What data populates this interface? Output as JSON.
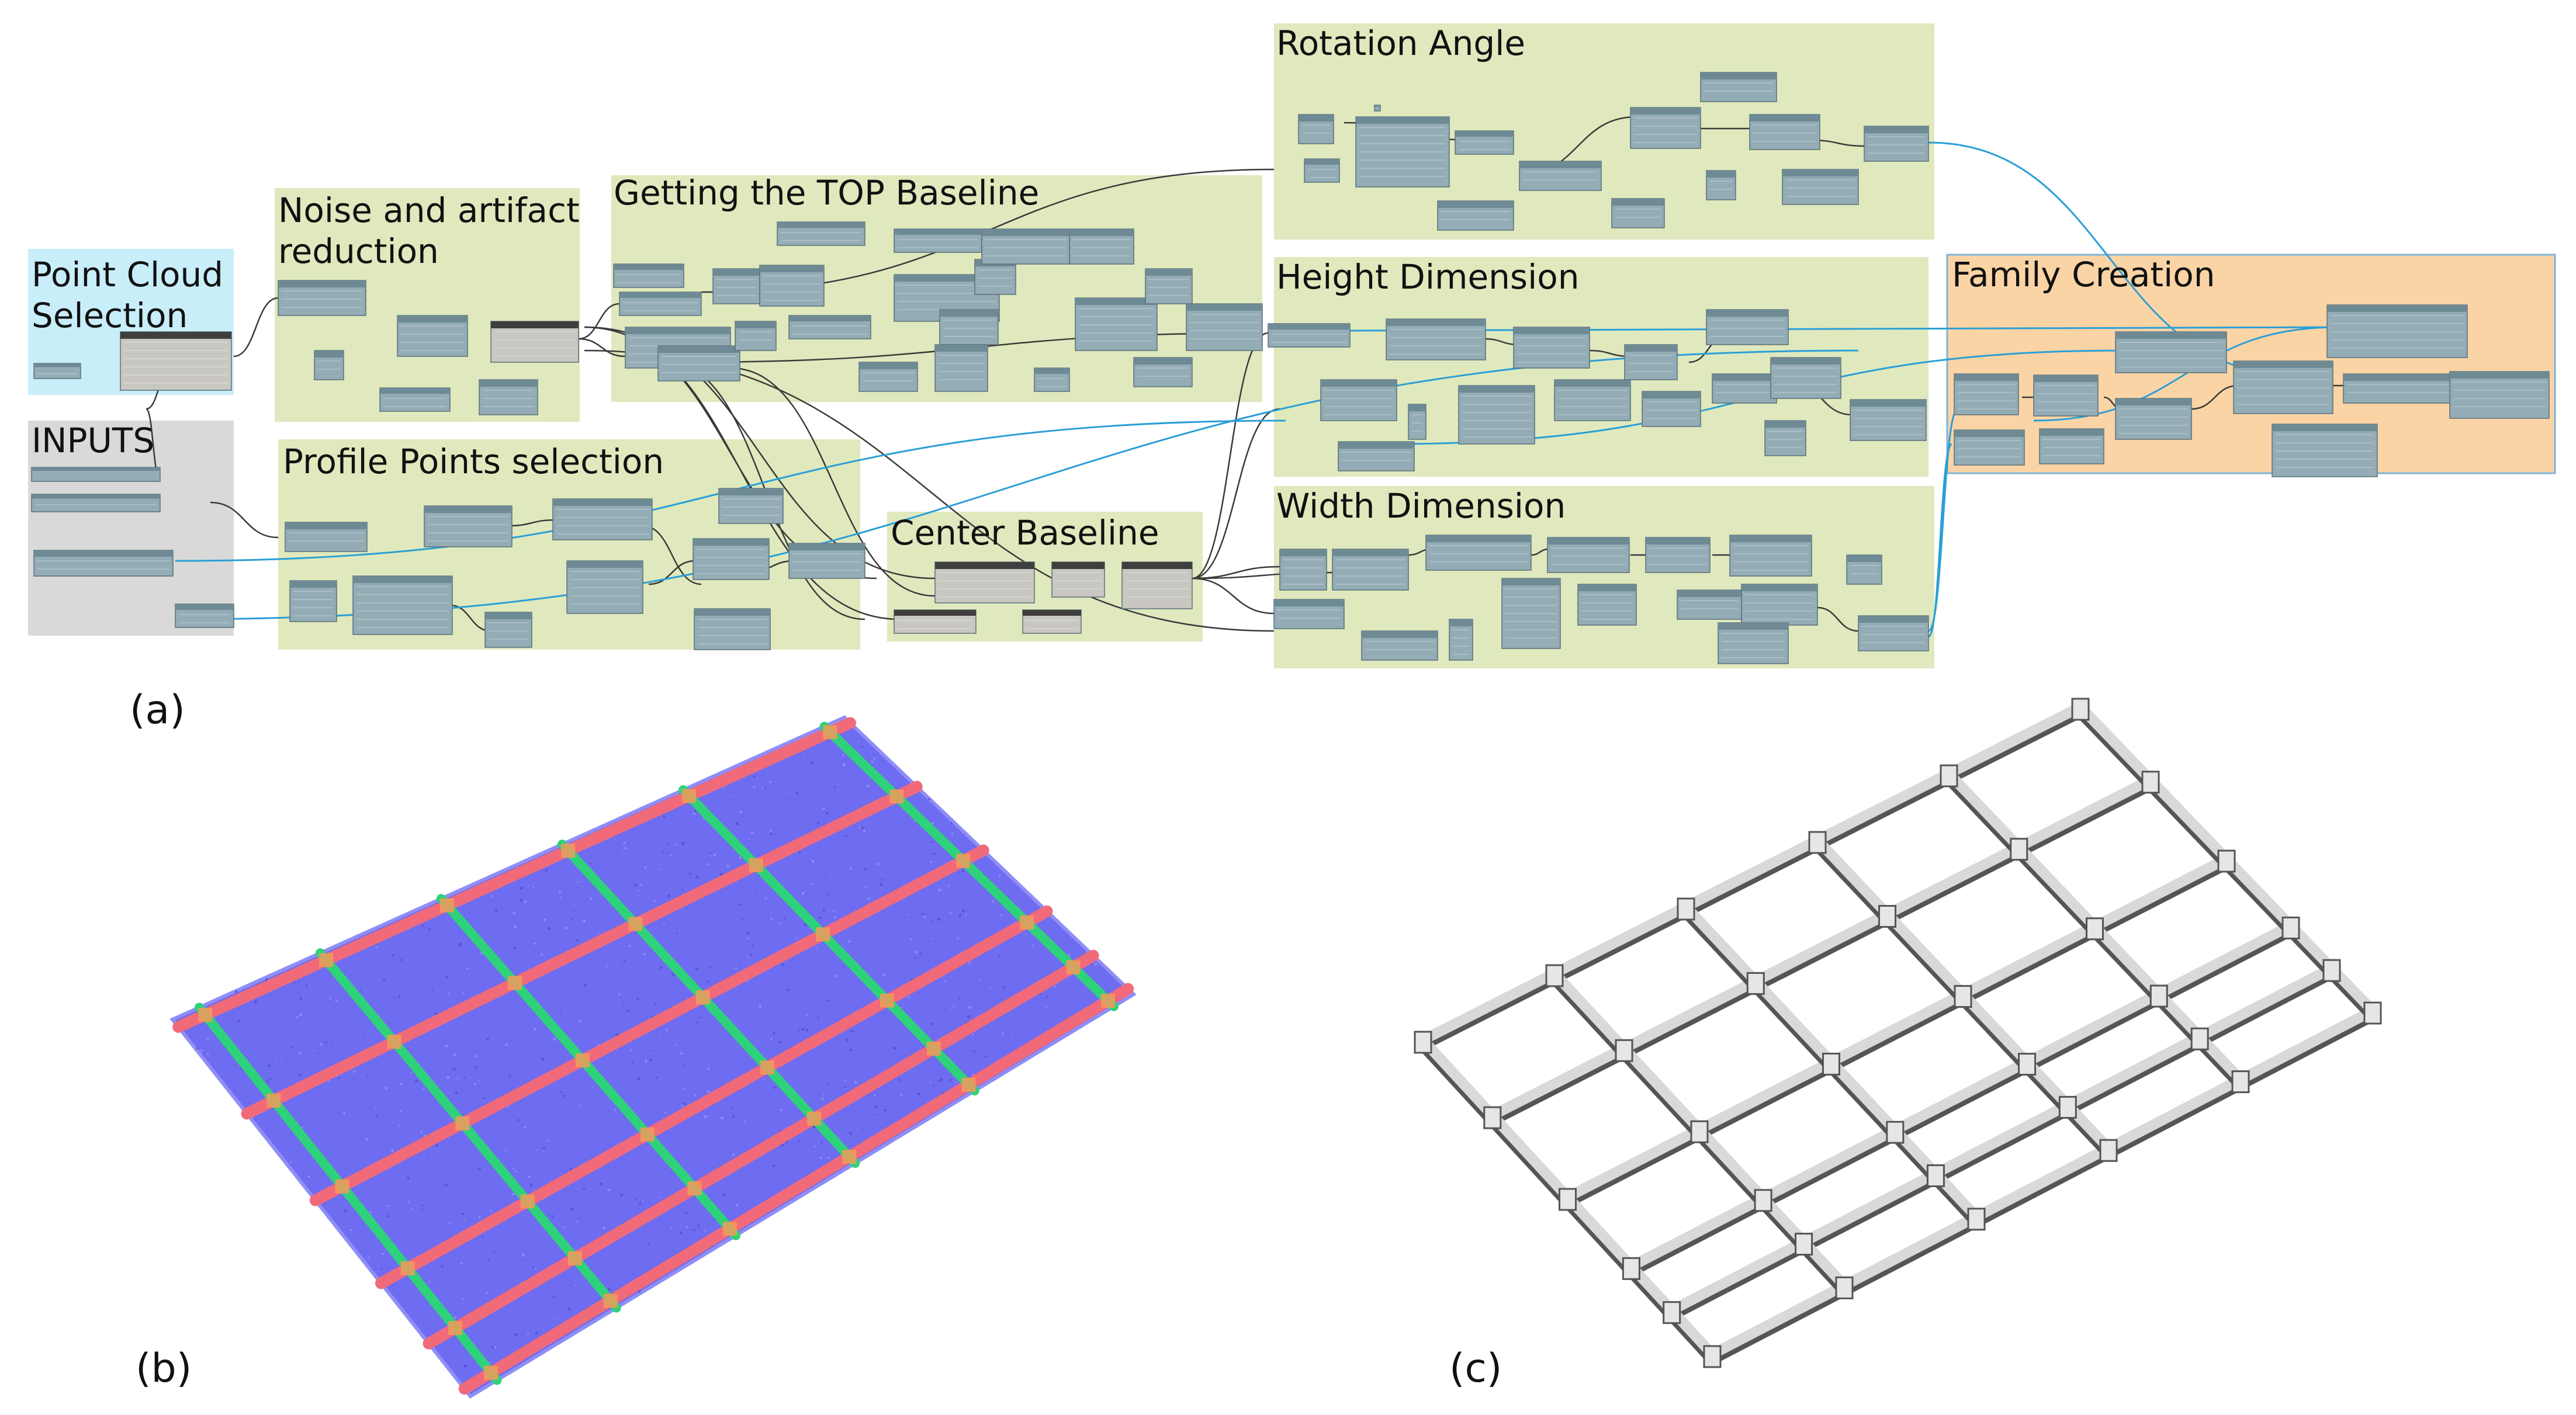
{
  "figure": {
    "panel_labels": [
      "(a)",
      "(b)",
      "(c)"
    ]
  },
  "workflow": {
    "groups": [
      {
        "id": "point-cloud-selection",
        "lines": [
          "Point Cloud",
          "Selection"
        ],
        "color": "#c8eefa"
      },
      {
        "id": "inputs",
        "lines": [
          "INPUTS"
        ],
        "color": "#d9d9d9"
      },
      {
        "id": "noise-artifact-reduction",
        "lines": [
          "Noise and artifact",
          "reduction"
        ],
        "color": "#dfe9bd"
      },
      {
        "id": "profile-points-selection",
        "lines": [
          "Profile Points selection"
        ],
        "color": "#dfe9bd"
      },
      {
        "id": "top-baseline",
        "lines": [
          "Getting the TOP Baseline"
        ],
        "color": "#dfe9bd"
      },
      {
        "id": "center-baseline",
        "lines": [
          "Center Baseline"
        ],
        "color": "#dfe9bd"
      },
      {
        "id": "rotation-angle",
        "lines": [
          "Rotation Angle"
        ],
        "color": "#dfe9bd"
      },
      {
        "id": "height-dimension",
        "lines": [
          "Height Dimension"
        ],
        "color": "#dfe9bd"
      },
      {
        "id": "width-dimension",
        "lines": [
          "Width Dimension"
        ],
        "color": "#dfe9bd"
      },
      {
        "id": "family-creation",
        "lines": [
          "Family Creation"
        ],
        "color": "#fbd4a6"
      }
    ],
    "node_body_color": "#93acb5",
    "node_header_color": "#6e8a95",
    "wire_color": "#3a3a3a",
    "link_color": "#2a9fd6"
  },
  "point_cloud": {
    "plane_color": "#6e6cf0",
    "beam_color_x": "#f06a7a",
    "beam_color_y": "#2ed27a"
  },
  "beam_model": {
    "beam_color": "#d9d9d9",
    "edge_color": "#555555"
  }
}
